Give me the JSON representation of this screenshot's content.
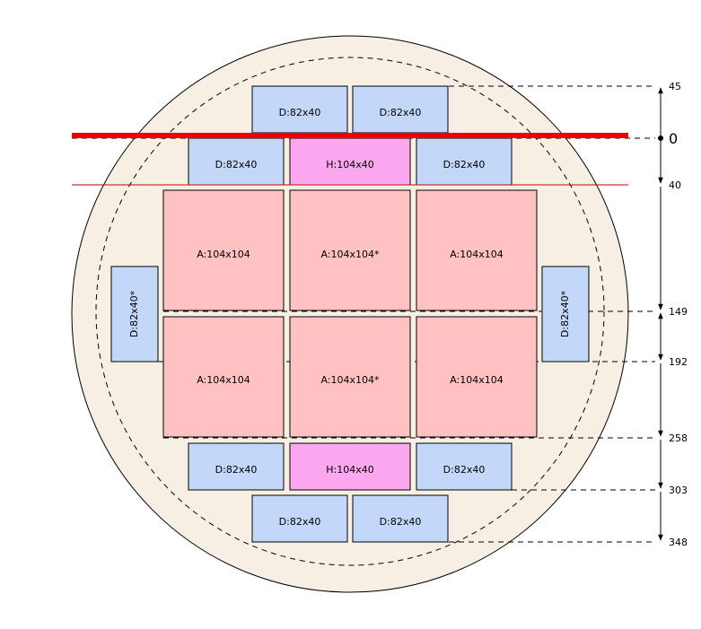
{
  "colors": {
    "background": "#ffffff",
    "wafer_fill": "#f8efe4",
    "wafer_stroke": "#000000",
    "a_fill": "#ffc1c1",
    "d_fill": "#c3d8f8",
    "h_fill": "#fca8f0",
    "block_stroke": "#000000",
    "zero_line": "#ee0000",
    "ref_line": "#cc0000",
    "dashed": "#000000"
  },
  "blocks": {
    "d_top_left": "D:82x40",
    "d_top_right": "D:82x40",
    "d_upper_left": "D:82x40",
    "h_upper": "H:104x40",
    "d_upper_right": "D:82x40",
    "a_r1c1": "A:104x104",
    "a_r1c2": "A:104x104*",
    "a_r1c3": "A:104x104",
    "a_r2c1": "A:104x104",
    "a_r2c2": "A:104x104*",
    "a_r2c3": "A:104x104",
    "d_side_left": "D:82x40*",
    "d_side_right": "D:82x40*",
    "d_lower_left": "D:82x40",
    "h_lower": "H:104x40",
    "d_lower_right": "D:82x40",
    "d_bottom_left": "D:82x40",
    "d_bottom_right": "D:82x40"
  },
  "ruler": {
    "zero": "0",
    "m45": "45",
    "m40": "40",
    "m149": "149",
    "m192": "192",
    "m258": "258",
    "m303": "303",
    "m348": "348"
  }
}
